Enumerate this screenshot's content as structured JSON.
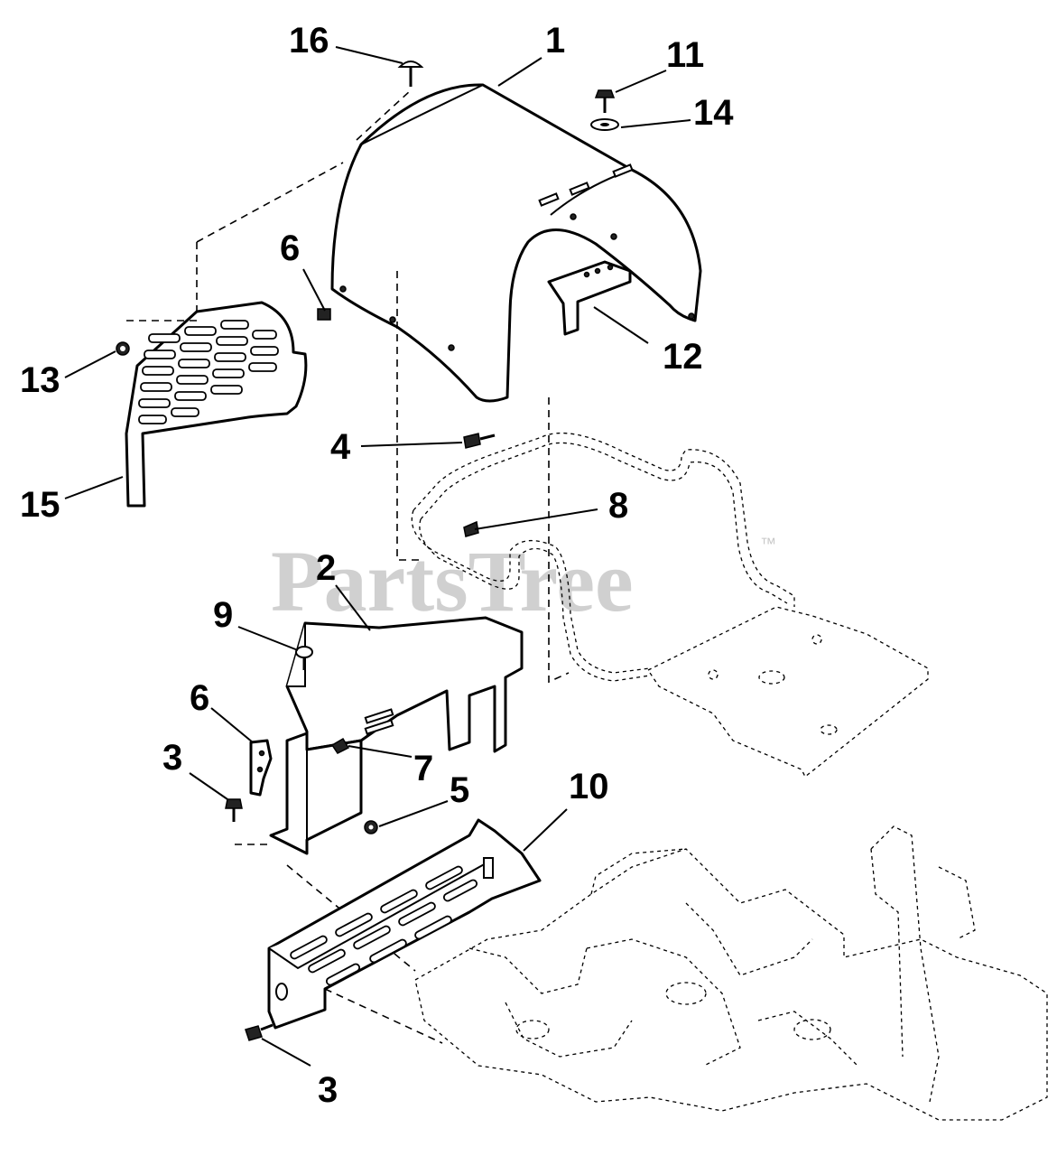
{
  "watermark": {
    "text": "PartsTree",
    "tm": "™"
  },
  "callouts": [
    "16",
    "1",
    "11",
    "14",
    "6",
    "12",
    "13",
    "4",
    "15",
    "8",
    "2",
    "9",
    "6",
    "7",
    "3",
    "5",
    "10",
    "3"
  ]
}
